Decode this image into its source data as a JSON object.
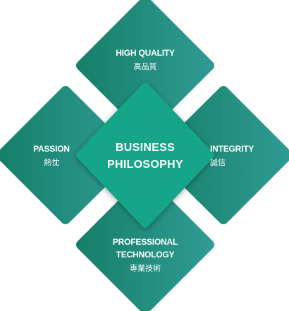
{
  "colors": {
    "outer_gradient_start": "#17806a",
    "outer_gradient_end": "#2f9a92",
    "center_fill": "#12a588",
    "text": "#ffffff"
  },
  "center": {
    "line1": "BUSINESS",
    "line2": "PHILOSOPHY"
  },
  "top": {
    "en": "HIGH QUALITY",
    "zh": "高品質"
  },
  "left": {
    "en": "PASSION",
    "zh": "熱忱"
  },
  "right": {
    "en": "INTEGRITY",
    "zh": "誠信"
  },
  "bottom": {
    "en_line1": "PROFESSIONAL",
    "en_line2": "TECHNOLOGY",
    "zh": "專業技術"
  }
}
